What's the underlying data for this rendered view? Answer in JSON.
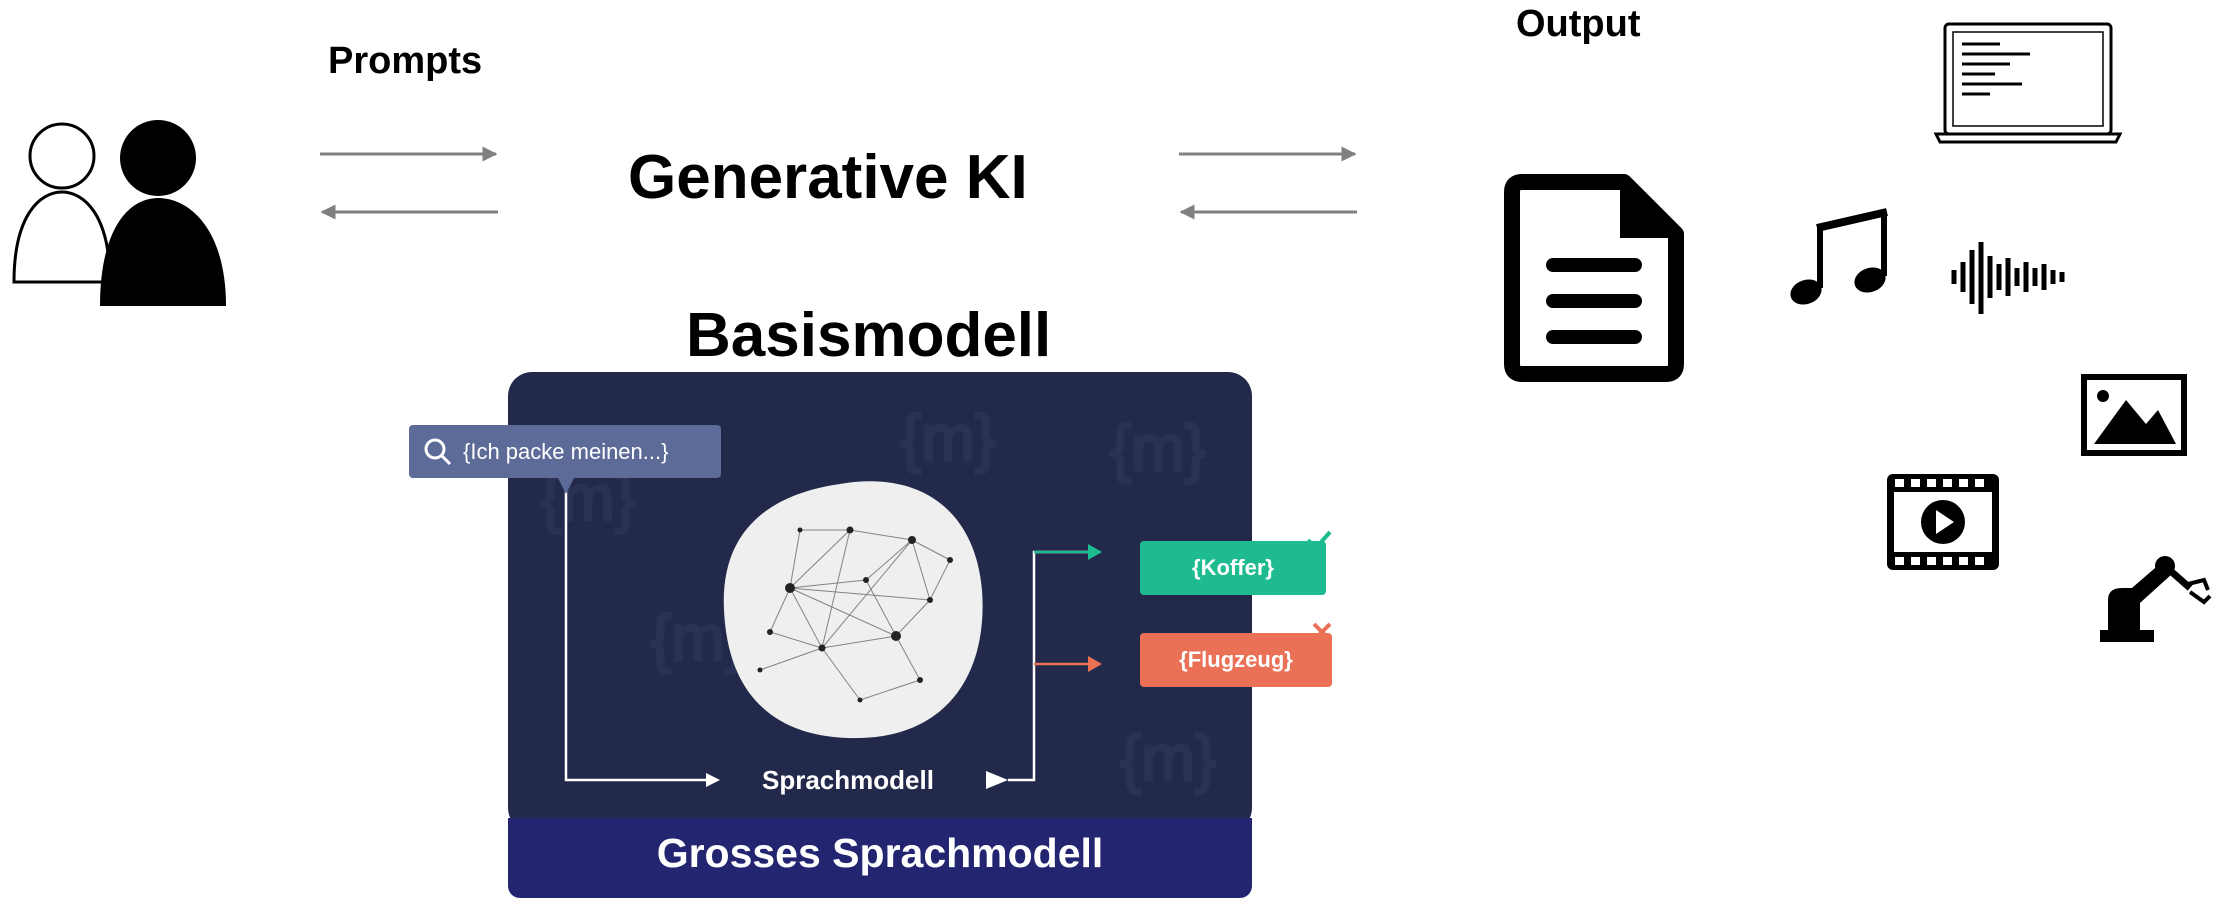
{
  "labels": {
    "prompts": "Prompts",
    "generative_ki": "Generative KI",
    "output": "Output",
    "basismodell": "Basismodell"
  },
  "model_panel": {
    "search_text": "{Ich packe meinen...}",
    "koffer": "{Koffer}",
    "flugzeug": "{Flugzeug}",
    "sprachmodell": "Sprachmodell",
    "bottom_label": "Grosses Sprachmodell"
  },
  "icons": [
    "users-icon",
    "document-icon",
    "laptop-icon",
    "music-note-icon",
    "sound-wave-icon",
    "image-icon",
    "video-icon",
    "robot-arm-icon",
    "search-icon",
    "check-icon",
    "cross-icon"
  ],
  "colors": {
    "panel_bg": "#23294a",
    "panel_bottom": "#232571",
    "chip_search": "#5d6b98",
    "chip_success": "#1dbb8f",
    "chip_fail": "#ea7156",
    "arrow_grey": "#808080"
  }
}
